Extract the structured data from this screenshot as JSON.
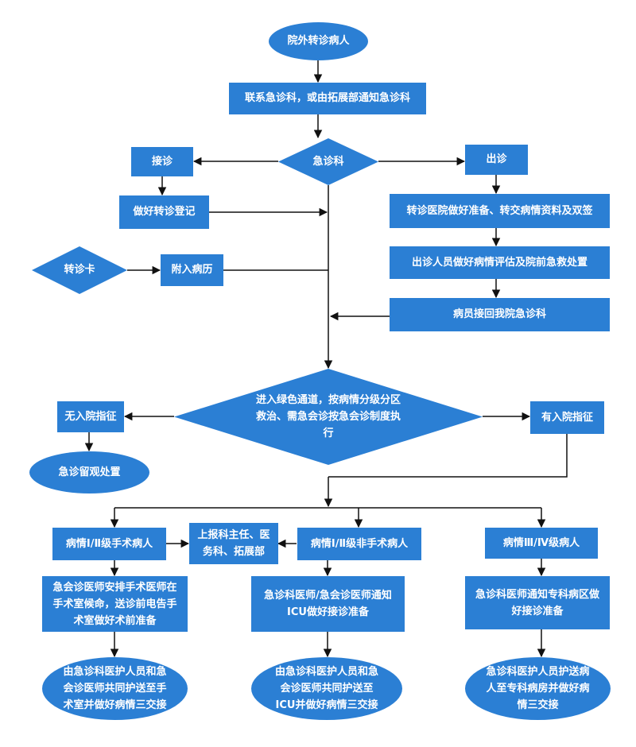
{
  "colors": {
    "node": "#2b7fd4",
    "line": "#111111",
    "background": "#ffffff"
  },
  "nodes": {
    "start": "院外转诊病人",
    "contact": "联系急诊科，或由拓展部通知急诊科",
    "er": "急诊科",
    "receive": "接诊",
    "outcall": "出诊",
    "register": "做好转诊登记",
    "hospital_prep": "转诊医院做好准备、转交病情资料及双签",
    "referral_card": "转诊卡",
    "attach_record": "附入病历",
    "assess": "出诊人员做好病情评估及院前急救处置",
    "return": "病员接回我院急诊科",
    "green_channel": "进入绿色通道，按病情分级分区救治、需急会诊按急会诊制度执行",
    "no_admission": "无入院指征",
    "admission": "有入院指征",
    "observe": "急诊留观处置",
    "surgical": "病情Ⅰ/Ⅱ级手术病人",
    "report": "上报科主任、医务科、拓展部",
    "nonsurgical": "病情Ⅰ/Ⅱ级非手术病人",
    "grade34": "病情Ⅲ/Ⅳ级病人",
    "surgical_step": "急会诊医师安排手术医师在手术室候命，送诊前电告手术室做好术前准备",
    "nonsurgical_step": "急诊科医师/急会诊医师通知ICU做好接诊准备",
    "grade34_step": "急诊科医师通知专科病区做好接诊准备",
    "surgical_end": "由急诊科医护人员和急会诊医师共同护送至手术室并做好病情三交接",
    "nonsurgical_end": "由急诊科医护人员和急会诊医师共同护送至ICU并做好病情三交接",
    "grade34_end": "急诊科医护人员护送病人至专科病房并做好病情三交接"
  }
}
